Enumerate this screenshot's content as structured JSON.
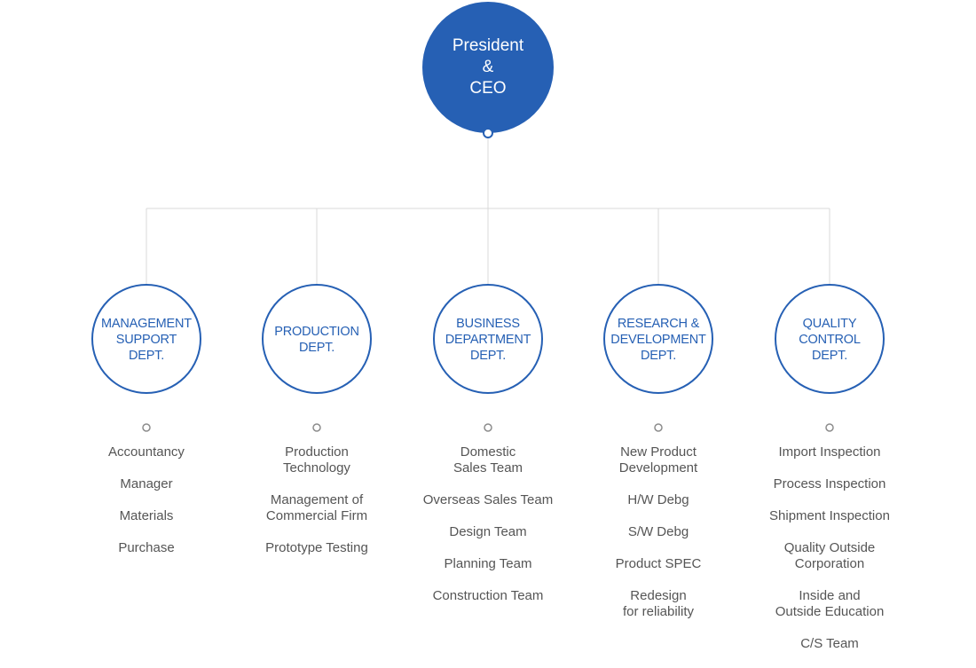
{
  "org": {
    "top": {
      "label": "President\n&\nCEO"
    },
    "departments": [
      {
        "label": "MANAGEMENT\nSUPPORT\nDEPT.",
        "items": [
          "Accountancy",
          "Manager",
          "Materials",
          "Purchase"
        ]
      },
      {
        "label": "PRODUCTION\nDEPT.",
        "items": [
          "Production\nTechnology",
          "Management of\nCommercial Firm",
          "Prototype Testing"
        ]
      },
      {
        "label": "BUSINESS\nDEPARTMENT\nDEPT.",
        "items": [
          "Domestic\nSales Team",
          "Overseas Sales Team",
          "Design Team",
          "Planning Team",
          "Construction Team"
        ]
      },
      {
        "label": "RESEARCH &\nDEVELOPMENT\nDEPT.",
        "items": [
          "New Product\nDevelopment",
          "H/W Debg",
          "S/W Debg",
          "Product SPEC",
          "Redesign\nfor reliability"
        ]
      },
      {
        "label": "QUALITY\nCONTROL\nDEPT.",
        "items": [
          "Import Inspection",
          "Process Inspection",
          "Shipment Inspection",
          "Quality Outside\nCorporation",
          "Inside and\nOutside Education",
          "C/S Team"
        ]
      }
    ]
  }
}
